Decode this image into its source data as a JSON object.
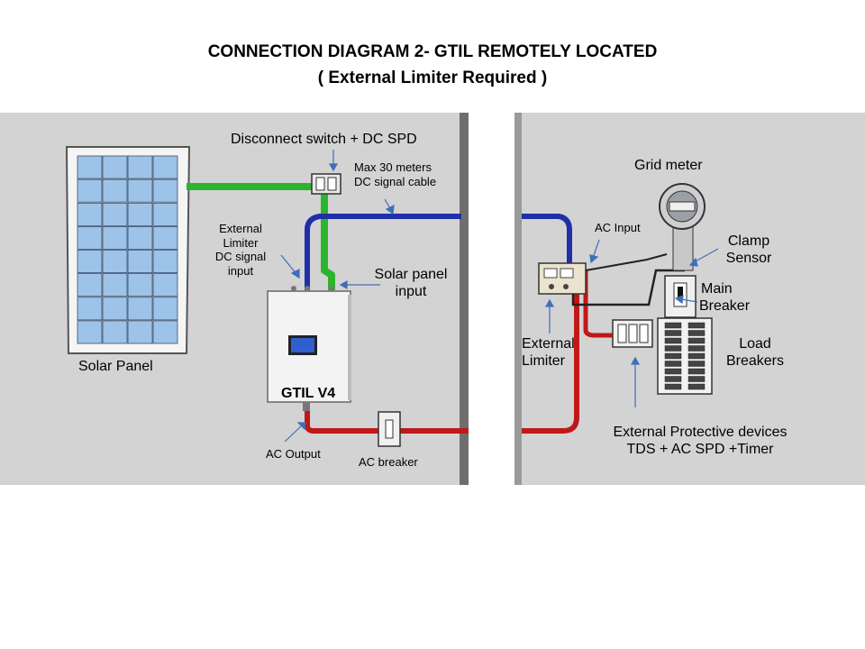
{
  "title": "CONNECTION DIAGRAM 2- GTIL REMOTELY LOCATED",
  "subtitle": "( External Limiter Required )",
  "labels": {
    "disconnect": "Disconnect  switch + DC SPD",
    "max_line1": "Max 30 meters",
    "max_line2": "DC signal cable",
    "ext_lim_line1": "External",
    "ext_lim_line2": "Limiter",
    "ext_lim_line3": "DC signal",
    "ext_lim_line4": "input",
    "solar_input_line1": "Solar panel",
    "solar_input_line2": "input",
    "solar_panel": "Solar Panel",
    "gtil": "GTIL V4",
    "ac_output": "AC Output",
    "ac_breaker": "AC breaker",
    "grid_meter": "Grid meter",
    "ac_input": "AC Input",
    "clamp_line1": "Clamp",
    "clamp_line2": "Sensor",
    "main_line1": "Main",
    "main_line2": "Breaker",
    "external_line1": "External",
    "external_line2": "Limiter",
    "load_line1": "Load",
    "load_line2": "Breakers",
    "protective_line1": "External Protective devices",
    "protective_line2": "TDS + AC SPD +Timer"
  },
  "colors": {
    "panel_bg": "#d3d3d3",
    "solar_cell": "#9ec3e8",
    "dc_green": "#2db42d",
    "dc_blue": "#1f2fa8",
    "ac_red": "#c01818",
    "arrow_blue": "#3f6fb8",
    "wall": "#6e6e6e"
  }
}
